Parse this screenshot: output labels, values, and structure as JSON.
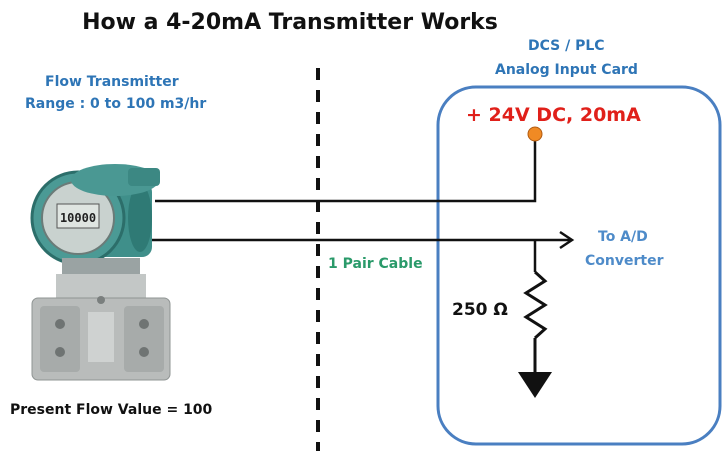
{
  "title": "How a 4-20mA Transmitter Works",
  "transmitter": {
    "name": "Flow Transmitter",
    "range": "Range : 0 to 100 m3/hr",
    "display_value": "10000"
  },
  "dcs": {
    "line1": "DCS / PLC",
    "line2": "Analog Input Card"
  },
  "supply": "+ 24V DC, 20mA",
  "to_ad": {
    "line1": "To A/D",
    "line2": "Converter"
  },
  "cable": "1 Pair Cable",
  "resistor": "250 Ω",
  "present_flow": "Present Flow Value = 100",
  "colors": {
    "title": "#111111",
    "label_blue": "#2e75b6",
    "card_border": "#4a7fc1",
    "supply_red": "#e0201a",
    "supply_dot": "#f08a24",
    "cable_green": "#2a9a6a",
    "transmitter_teal": "#3f8f8a"
  }
}
